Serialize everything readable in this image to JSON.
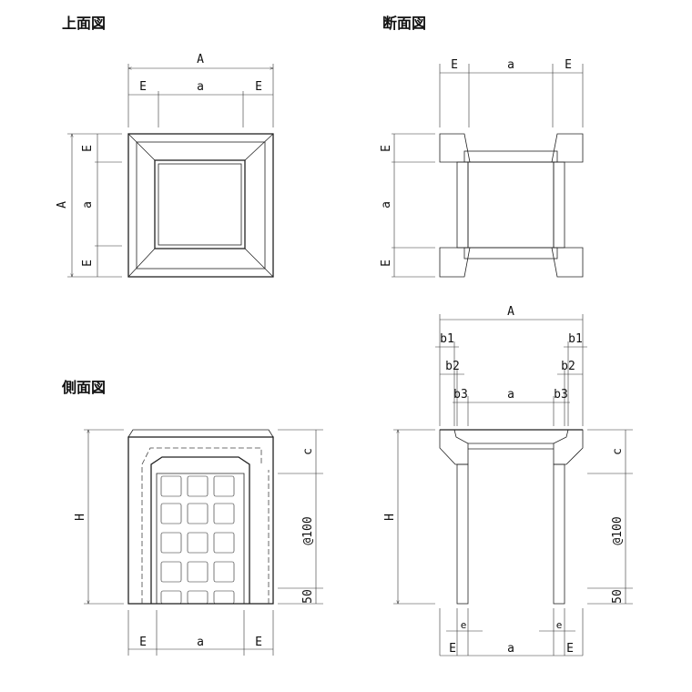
{
  "titles": {
    "plan": "上面図",
    "section": "断面図",
    "side": "側面図"
  },
  "labels": {
    "A": "A",
    "E": "E",
    "a": "a",
    "H": "H",
    "c": "c",
    "pitch": "@100",
    "base": "50",
    "e": "e",
    "b1": "b1",
    "b2": "b2",
    "b3": "b3"
  }
}
